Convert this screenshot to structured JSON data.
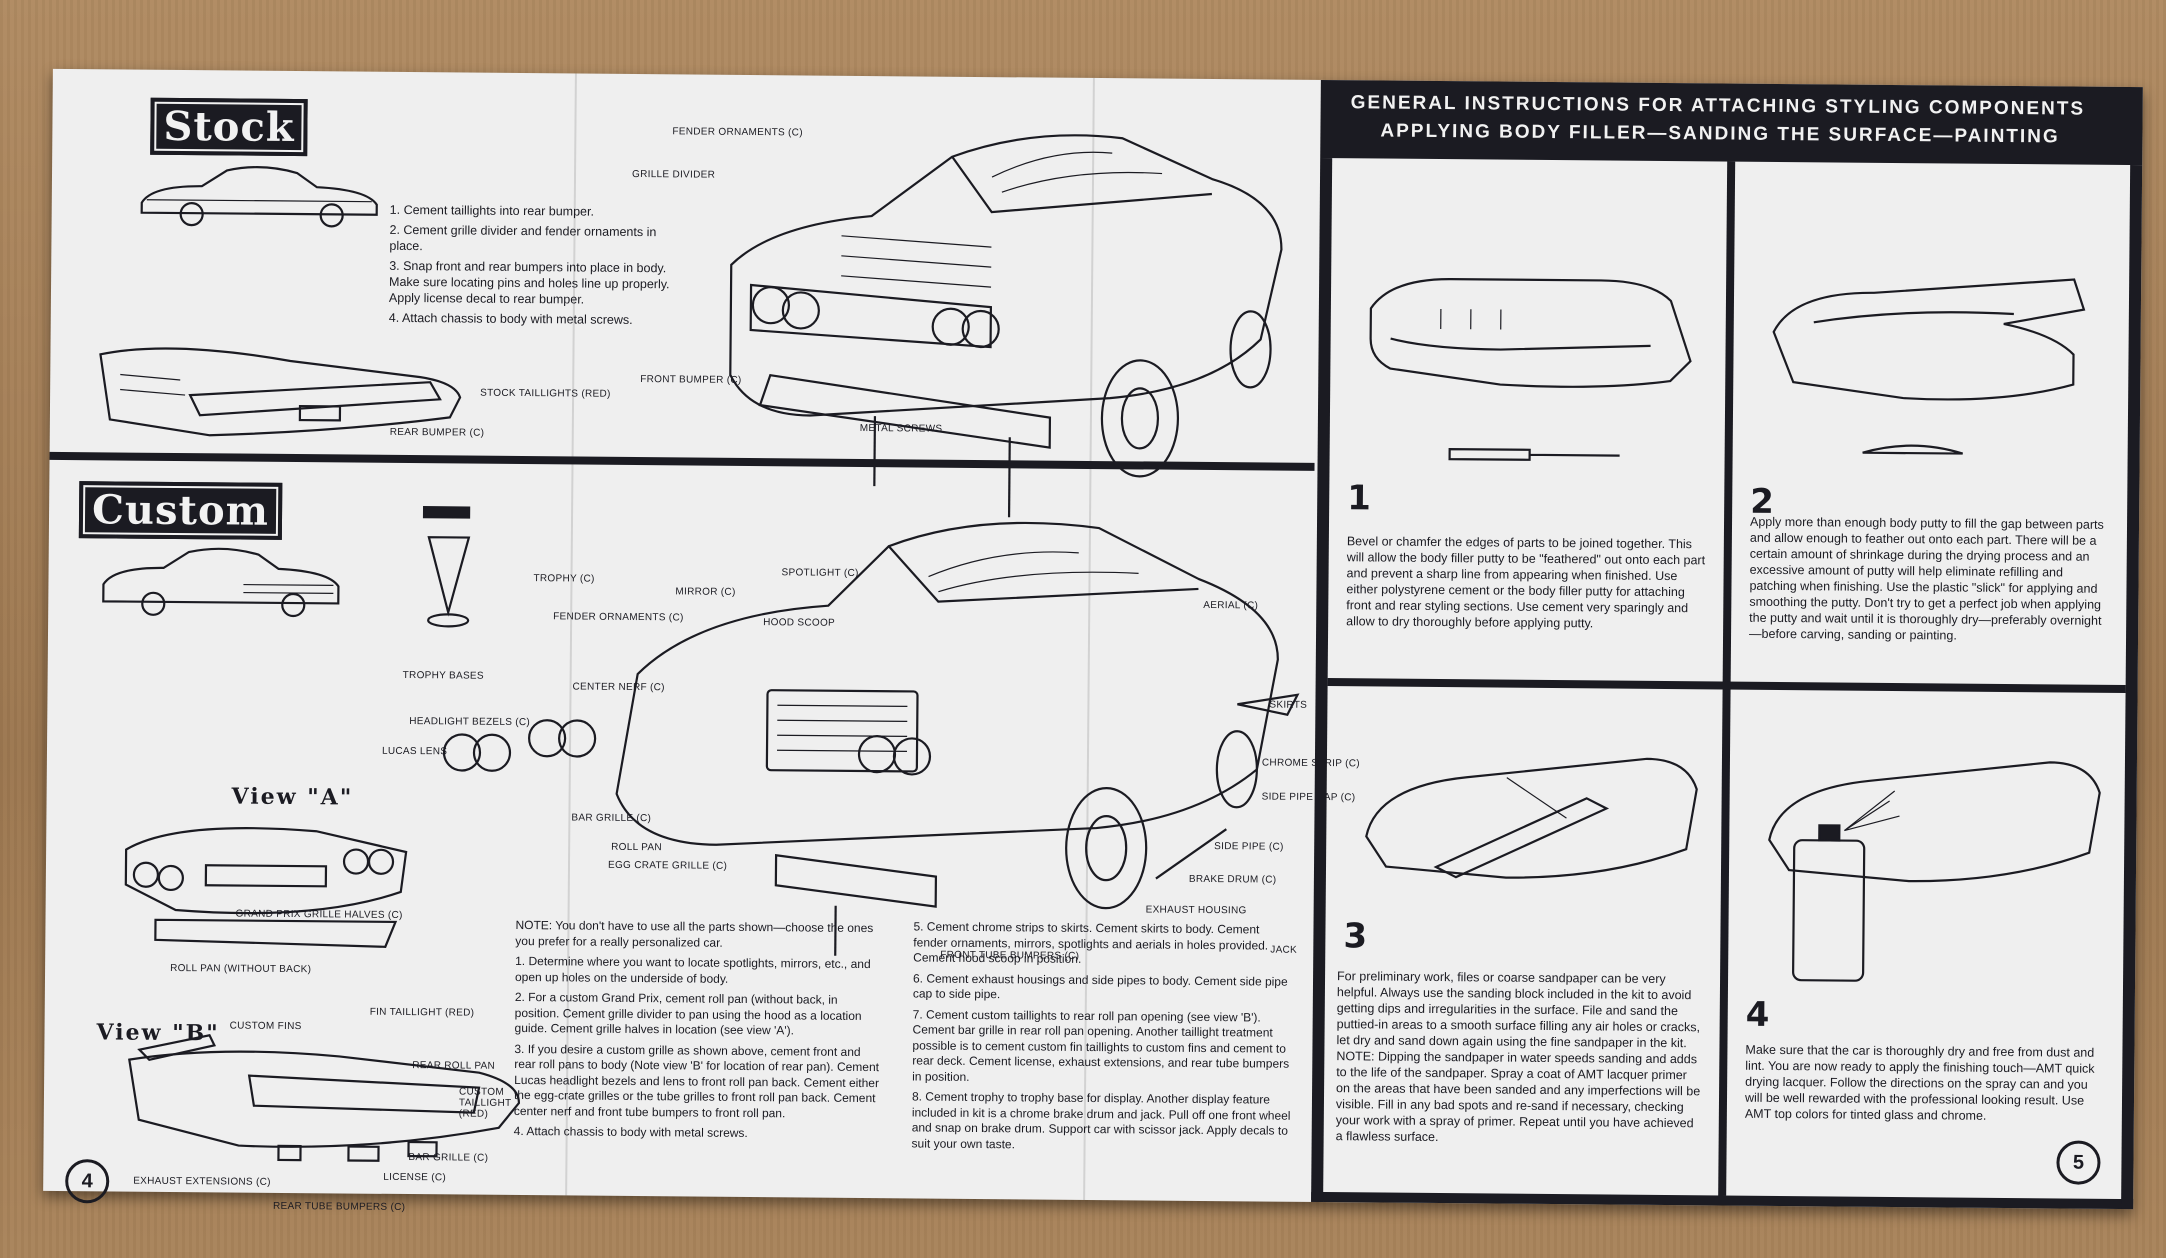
{
  "left_page": {
    "stock": {
      "title": "Stock",
      "steps": [
        "1. Cement taillights into rear bumper.",
        "2. Cement grille divider and fender ornaments in place.",
        "3. Snap front and rear bumpers into place in body. Make sure locating pins and holes line up properly. Apply license decal to rear bumper.",
        "4. Attach chassis to body with metal screws."
      ],
      "labels": {
        "fender_ornaments": "FENDER ORNAMENTS (C)",
        "grille_divider": "GRILLE DIVIDER",
        "front_bumper": "FRONT BUMPER (C)",
        "metal_screws": "METAL SCREWS",
        "stock_taillights": "STOCK TAILLIGHTS (RED)",
        "rear_bumper": "REAR BUMPER (C)"
      }
    },
    "custom": {
      "title": "Custom",
      "labels": {
        "trophy": "TROPHY (C)",
        "spotlight": "SPOTLIGHT (C)",
        "mirror": "MIRROR (C)",
        "fender_ornaments": "FENDER ORNAMENTS (C)",
        "hood_scoop": "HOOD SCOOP",
        "aerial": "AERIAL (C)",
        "trophy_bases": "TROPHY BASES",
        "center_nerf": "CENTER NERF (C)",
        "headlight_bezels": "HEADLIGHT BEZELS (C)",
        "lucas_lens": "LUCAS LENS",
        "skirts": "SKIRTS",
        "chrome_strip": "CHROME STRIP (C)",
        "side_pipe_cap": "SIDE PIPE CAP (C)",
        "bar_grille": "BAR GRILLE (C)",
        "roll_pan": "ROLL PAN",
        "egg_crate_grille": "EGG CRATE GRILLE (C)",
        "side_pipe": "SIDE PIPE (C)",
        "brake_drum": "BRAKE DRUM (C)",
        "exhaust_housing": "EXHAUST HOUSING",
        "jack": "JACK",
        "front_tube_bumpers": "FRONT TUBE BUMPERS (C)",
        "grand_prix_grille_halves": "GRAND PRIX GRILLE HALVES (C)",
        "roll_pan_without_back": "ROLL PAN (WITHOUT BACK)",
        "custom_fins": "CUSTOM FINS",
        "fin_taillight": "FIN TAILLIGHT (RED)",
        "rear_roll_pan": "REAR ROLL PAN",
        "custom_taillight": "CUSTOM TAILLIGHT (RED)",
        "bar_grille_b": "BAR GRILLE (C)",
        "license": "LICENSE (C)",
        "exhaust_extensions": "EXHAUST EXTENSIONS (C)",
        "rear_tube_bumpers": "REAR TUBE BUMPERS (C)"
      },
      "view_a": "View \"A\"",
      "view_b": "View \"B\"",
      "note_col1": [
        "NOTE: You don't have to use all the parts shown—choose the ones you prefer for a really personalized car.",
        "1. Determine where you want to locate spotlights, mirrors, etc., and open up holes on the underside of body.",
        "2. For a custom Grand Prix, cement roll pan (without back, in position. Cement grille divider to pan using the hood as a location guide. Cement grille halves in location (see view 'A').",
        "3. If you desire a custom grille as shown above, cement front and rear roll pans to body (Note view 'B' for location of rear pan). Cement Lucas headlight bezels and lens to front roll pan back. Cement either the egg-crate grilles or the tube grilles to front roll pan back. Cement center nerf and front tube bumpers to front roll pan.",
        "4. Attach chassis to body with metal screws."
      ],
      "note_col2": [
        "5. Cement chrome strips to skirts. Cement skirts to body. Cement fender ornaments, mirrors, spotlights and aerials in holes provided. Cement hood scoop in position.",
        "6. Cement exhaust housings and side pipes to body. Cement side pipe cap to side pipe.",
        "7. Cement custom taillights to rear roll pan opening (see view 'B'). Cement bar grille in rear roll pan opening. Another taillight treatment possible is to cement custom fin taillights to custom fins and cement to rear deck. Cement license, exhaust extensions, and rear tube bumpers in position.",
        "8. Cement trophy to trophy base for display. Another display feature included in kit is a chrome brake drum and jack. Pull off one front wheel and snap on brake drum. Support car with scissor jack. Apply decals to suit your own taste."
      ]
    },
    "page_number": "4"
  },
  "right_page": {
    "header_line1": "GENERAL INSTRUCTIONS FOR ATTACHING STYLING COMPONENTS",
    "header_line2": "APPLYING BODY FILLER—SANDING THE SURFACE—PAINTING",
    "steps": [
      {
        "num": "1",
        "text": "Bevel or chamfer the edges of parts to be joined together. This will allow the body filler putty to be \"feathered\" out onto each part and prevent a sharp line from appearing when finished. Use either polystyrene cement or the body filler putty for attaching front and rear styling sections. Use cement very sparingly and allow to dry thoroughly before applying putty."
      },
      {
        "num": "2",
        "text": "Apply more than enough body putty to fill the gap between parts and allow enough to feather out onto each part. There will be a certain amount of shrinkage during the drying process and an excessive amount of putty will help eliminate refilling and patching when finishing. Use the plastic \"slick\" for applying and smoothing the putty. Don't try to get a perfect job when applying the putty and wait until it is thoroughly dry—preferably overnight—before carving, sanding or painting."
      },
      {
        "num": "3",
        "text": "For preliminary work, files or coarse sandpaper can be very helpful. Always use the sanding block included in the kit to avoid getting dips and irregularities in the surface. File and sand the puttied-in areas to a smooth surface filling any air holes or cracks, let dry and sand down again using the fine sandpaper in the kit. NOTE: Dipping the sandpaper in water speeds sanding and adds to the life of the sandpaper. Spray a coat of AMT lacquer primer on the areas that have been sanded and any imperfections will be visible. Fill in any bad spots and re-sand if necessary, checking your work with a spray of primer. Repeat until you have achieved a flawless surface."
      },
      {
        "num": "4",
        "text": "Make sure that the car is thoroughly dry and free from dust and lint. You are now ready to apply the finishing touch—AMT quick drying lacquer. Follow the directions on the spray can and you will be well rewarded with the professional looking result. Use AMT top colors for tinted glass and chrome."
      }
    ],
    "page_number": "5"
  }
}
